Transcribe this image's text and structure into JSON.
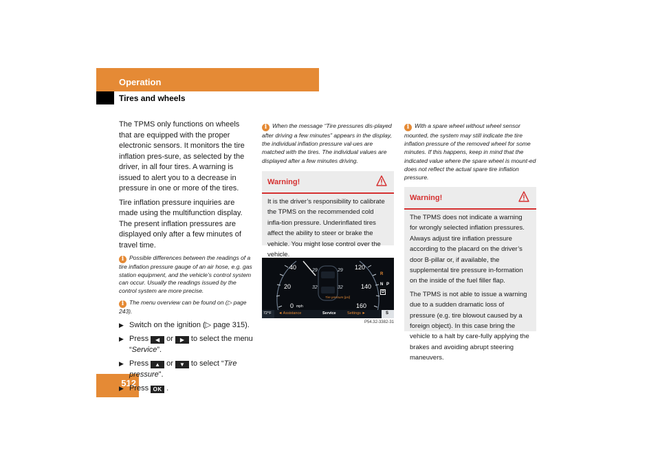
{
  "header": {
    "section": "Operation",
    "subsection": "Tires and wheels",
    "page_number": "512"
  },
  "col1": {
    "paragraph1": "The TPMS only functions on wheels that are equipped with the proper electronic sensors. It monitors the tire inflation pres-sure, as selected by the driver, in all four tires. A warning is issued to alert you to a decrease in pressure in one or more of the tires.",
    "paragraph2": "Tire inflation pressure inquiries are made using the multifunction display. The present inflation pressures are displayed only after a few minutes of travel time.",
    "note1": "Possible differences between the readings of a tire inflation pressure gauge of an air hose, e.g. gas station equipment, and the vehicle’s control system can occur. Usually the readings issued by the control system are more precise.",
    "note2": "The menu overview can be found on (▷ page 243).",
    "steps": {
      "s1": "Switch on the ignition (▷ page 315).",
      "s2_a": "Press",
      "s2_or": "or",
      "s2_b": "to select the menu “",
      "s2_menu": "Service",
      "s2_end": "”.",
      "s3_a": "Press",
      "s3_or": "or",
      "s3_b": "to select “",
      "s3_item": "Tire pressure",
      "s3_end": "”.",
      "s4_a": "Press",
      "s4_end": ".",
      "ok_key": "OK"
    }
  },
  "col2": {
    "note": "When the message “Tire pressures dis-played after driving a few minutes” appears in the display, the individual inflation pressure val-ues are matched with the tires. The individual values are displayed after a few minutes driving.",
    "warning_title": "Warning!",
    "warning_body": "It is the driver’s responsibility to calibrate the TPMS on the recommended cold infla-tion pressure. Underinflated tires affect the ability to steer or brake the vehicle. You might lose control over the vehicle.",
    "figure_code": "P54.32-3382-31",
    "dash": {
      "speed_labels": [
        "40",
        "20",
        "0"
      ],
      "mph": "mph",
      "right_labels": [
        "120",
        "140",
        "160"
      ],
      "tire_values": [
        "29",
        "29",
        "32",
        "32"
      ],
      "tire_caption": "Tire pressure [psi]",
      "gears": [
        "R",
        "N",
        "P",
        "D"
      ],
      "temp": "72°F",
      "menu_left": "◄ Assistance",
      "menu_mid": "Service",
      "menu_right": "Settings ►",
      "s_badge": "S"
    }
  },
  "col3": {
    "note": "With a spare wheel without wheel sensor mounted, the system may still indicate the tire inflation pressure of the removed wheel for some minutes. If this happens, keep in mind that the indicated value where the spare wheel is mount-ed does not reflect the actual spare tire inflation pressure.",
    "warning_title": "Warning!",
    "warning_p1": "The TPMS does not indicate a warning for wrongly selected inflation pressures. Always adjust tire inflation pressure according to the placard on the driver’s door B-pillar or, if available, the supplemental tire pressure in-formation on the inside of the fuel filler flap.",
    "warning_p2": "The TPMS is not able to issue a warning due to a sudden dramatic loss of pressure (e.g. tire blowout caused by a foreign object). In this case bring the vehicle to a halt by care-fully applying the brakes and avoiding abrupt steering maneuvers."
  },
  "colors": {
    "accent": "#e58a35",
    "warning_red": "#d53030",
    "box_gray": "#ececec"
  },
  "icons": [
    "info-icon",
    "warning-triangle-icon",
    "left-arrow-key-icon",
    "right-arrow-key-icon",
    "up-arrow-key-icon",
    "down-arrow-key-icon",
    "ok-key-icon"
  ]
}
